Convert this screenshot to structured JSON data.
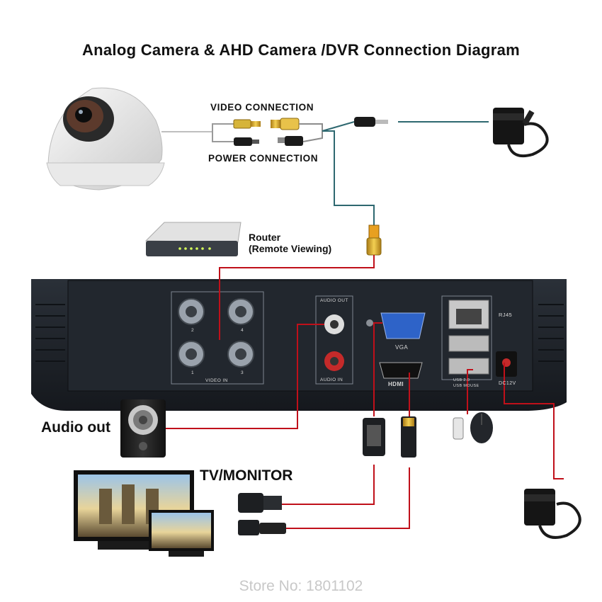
{
  "title": "Analog Camera & AHD Camera /DVR Connection Diagram",
  "labels": {
    "video_connection": "VIDEO CONNECTION",
    "power_connection": "POWER CONNECTION",
    "router_line1": "Router",
    "router_line2": "(Remote Viewing)",
    "audio_out": "Audio out",
    "tv_monitor": "TV/MONITOR"
  },
  "dvr_panel": {
    "ports": [
      "1",
      "2",
      "3",
      "4"
    ],
    "video_in": "VIDEO IN",
    "audio_out": "AUDIO OUT",
    "audio_in": "AUDIO IN",
    "vga": "VGA",
    "hdmi": "HDMI",
    "rj45": "RJ45",
    "usb": "USB 2.0",
    "usb_mouse": "USB MOUSE",
    "dc12v": "DC12V"
  },
  "footer": "Store No: 1801102",
  "colors": {
    "cable_red": "#c0101a",
    "cable_teal": "#2e6870",
    "dvr_body": "#1c2026"
  }
}
